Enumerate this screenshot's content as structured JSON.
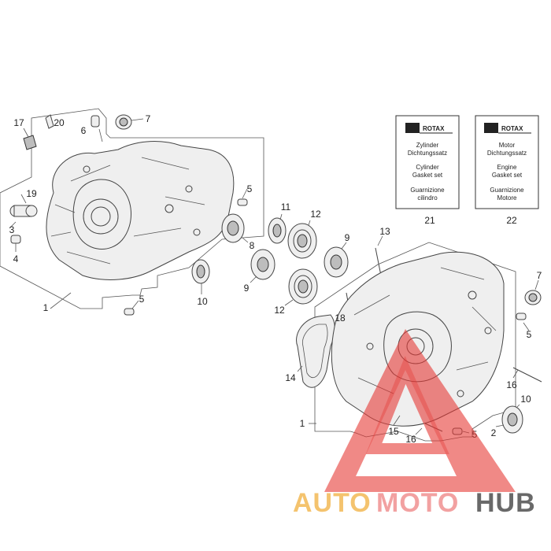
{
  "diagram": {
    "callouts": [
      {
        "id": "c17",
        "text": "17"
      },
      {
        "id": "c20",
        "text": "20"
      },
      {
        "id": "c6",
        "text": "6"
      },
      {
        "id": "c7a",
        "text": "7"
      },
      {
        "id": "c19",
        "text": "19"
      },
      {
        "id": "c3",
        "text": "3"
      },
      {
        "id": "c4",
        "text": "4"
      },
      {
        "id": "c1a",
        "text": "1"
      },
      {
        "id": "c5a",
        "text": "5"
      },
      {
        "id": "c5b",
        "text": "5"
      },
      {
        "id": "c10a",
        "text": "10"
      },
      {
        "id": "c8",
        "text": "8"
      },
      {
        "id": "c9a",
        "text": "9"
      },
      {
        "id": "c11",
        "text": "11"
      },
      {
        "id": "c12a",
        "text": "12"
      },
      {
        "id": "c9b",
        "text": "9"
      },
      {
        "id": "c12b",
        "text": "12"
      },
      {
        "id": "c13",
        "text": "13"
      },
      {
        "id": "c18",
        "text": "18"
      },
      {
        "id": "c14",
        "text": "14"
      },
      {
        "id": "c7b",
        "text": "7"
      },
      {
        "id": "c5c",
        "text": "5"
      },
      {
        "id": "c16a",
        "text": "16"
      },
      {
        "id": "c10b",
        "text": "10"
      },
      {
        "id": "c2",
        "text": "2"
      },
      {
        "id": "c5d",
        "text": "5"
      },
      {
        "id": "c16b",
        "text": "16"
      },
      {
        "id": "c15",
        "text": "15"
      },
      {
        "id": "c1b",
        "text": "1"
      },
      {
        "id": "c21",
        "text": "21"
      },
      {
        "id": "c22",
        "text": "22"
      }
    ],
    "gasket_cards": [
      {
        "brand": "ROTAX",
        "line1": "Zylinder",
        "line2": "Dichtungssatz",
        "line3": "Cylinder",
        "line4": "Gasket set",
        "line5": "Guarnizione",
        "line6": "cilindro"
      },
      {
        "brand": "ROTAX",
        "line1": "Motor",
        "line2": "Dichtungssatz",
        "line3": "Engine",
        "line4": "Gasket set",
        "line5": "Guarnizione",
        "line6": "Motore"
      }
    ]
  },
  "watermark": {
    "part1": "AUTO",
    "part2": "MOTO",
    "part3": "HUB",
    "colors": {
      "part1": "#f2b54a",
      "part2": "#f08a8a",
      "part3": "#444444",
      "triangle": "#e53935"
    }
  }
}
